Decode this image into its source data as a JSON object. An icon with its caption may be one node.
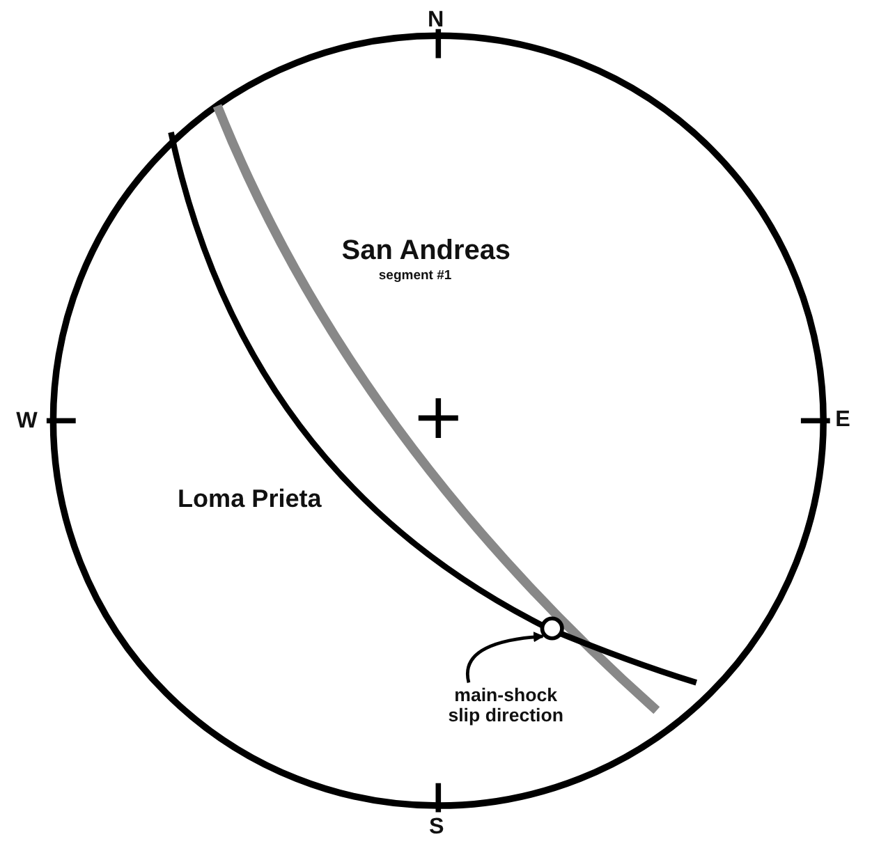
{
  "diagram": {
    "nodes": [
      {
        "text": [
          "main-shock slip direction"
        ]
      },
      {
        "text": [],
        "shape": "circle"
      }
    ],
    "edges": [
      {
        "from": 0,
        "to": 1,
        "arrow": "to"
      }
    ],
    "labels": [
      "N",
      "San Andreas",
      "segment #1",
      "W",
      "E",
      "Loma Prieta",
      "S"
    ]
  }
}
